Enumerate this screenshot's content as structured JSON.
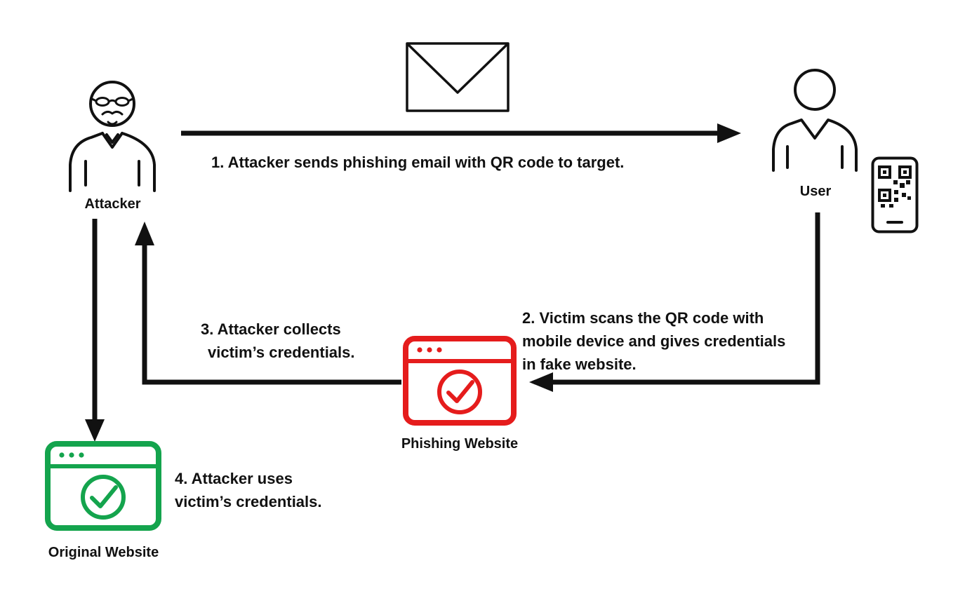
{
  "diagram": {
    "type": "flow-diagram",
    "topic": "QR code phishing (quishing) attack flow",
    "nodes": {
      "attacker": {
        "label": "Attacker",
        "icon": "masked-attacker-icon"
      },
      "user": {
        "label": "User",
        "icon": "user-icon"
      },
      "email": {
        "icon": "email-envelope-icon"
      },
      "phone": {
        "icon": "phone-qr-code-icon"
      },
      "phishing_website": {
        "label": "Phishing Website",
        "icon": "phishing-browser-icon",
        "color": "#e51c1c"
      },
      "original_website": {
        "label": "Original Website",
        "icon": "verified-browser-icon",
        "color": "#14a44d"
      }
    },
    "steps": {
      "step1": {
        "lines": [
          "1. Attacker sends phishing email with QR code to target."
        ]
      },
      "step2": {
        "lines": [
          "2. Victim scans the QR code with",
          "mobile device and gives credentials",
          "in fake website."
        ]
      },
      "step3": {
        "lines": [
          "3. Attacker collects",
          "victim’s credentials."
        ]
      },
      "step4": {
        "lines": [
          "4. Attacker uses",
          "victim’s credentials."
        ]
      }
    },
    "arrows": [
      {
        "name": "arrow-step1",
        "from": "attacker",
        "to": "user"
      },
      {
        "name": "arrow-step2",
        "from": "user",
        "to": "phishing_website"
      },
      {
        "name": "arrow-step3",
        "from": "phishing_website",
        "to": "attacker"
      },
      {
        "name": "arrow-step4",
        "from": "attacker",
        "to": "original_website"
      }
    ],
    "colors": {
      "line": "#111111",
      "text": "#111111",
      "phishing_red": "#e51c1c",
      "original_green": "#14a44d",
      "background": "#ffffff"
    }
  }
}
